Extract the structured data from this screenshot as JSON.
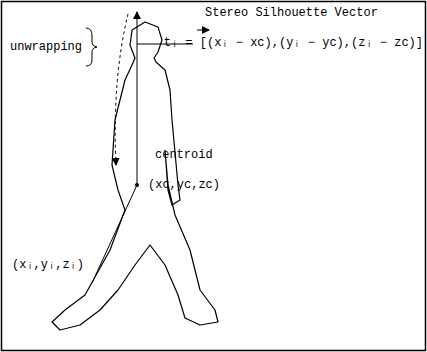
{
  "diagram": {
    "labels": [
      "Stereo Silhouette Vector",
      "tᵢ = [(xᵢ − xc),(yᵢ − yc),(zᵢ − zc)]",
      "unwrapping",
      "centroid",
      "(xc,yc,zc)",
      "(xᵢ,yᵢ,zᵢ)"
    ]
  }
}
